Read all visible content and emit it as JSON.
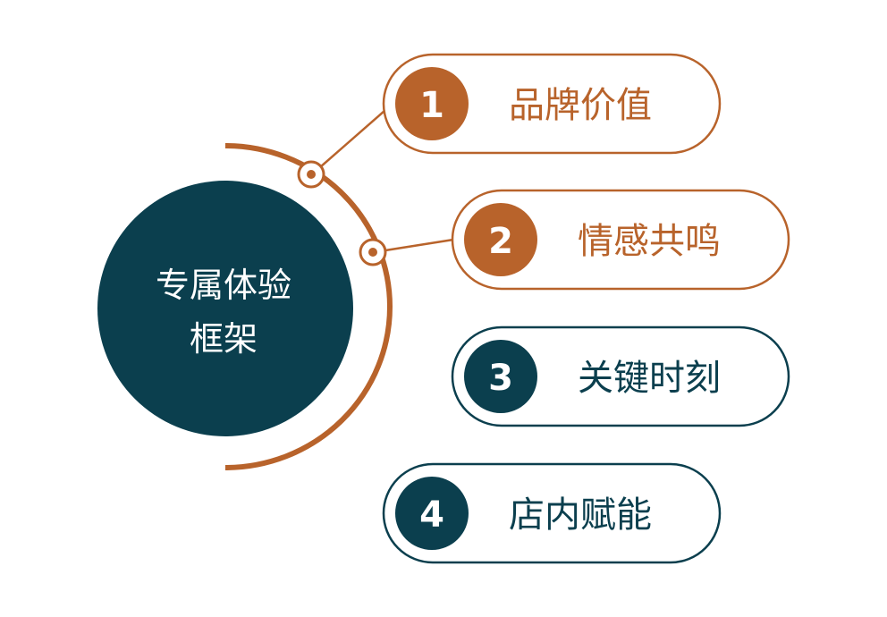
{
  "colors": {
    "orange": "#B8632B",
    "teal": "#0B3F4E"
  },
  "center": {
    "line1": "专属体验",
    "line2": "框架"
  },
  "items": [
    {
      "number": "1",
      "label": "品牌价值",
      "color": "orange"
    },
    {
      "number": "2",
      "label": "情感共鸣",
      "color": "orange"
    },
    {
      "number": "3",
      "label": "关键时刻",
      "color": "teal"
    },
    {
      "number": "4",
      "label": "店内赋能",
      "color": "teal"
    }
  ]
}
